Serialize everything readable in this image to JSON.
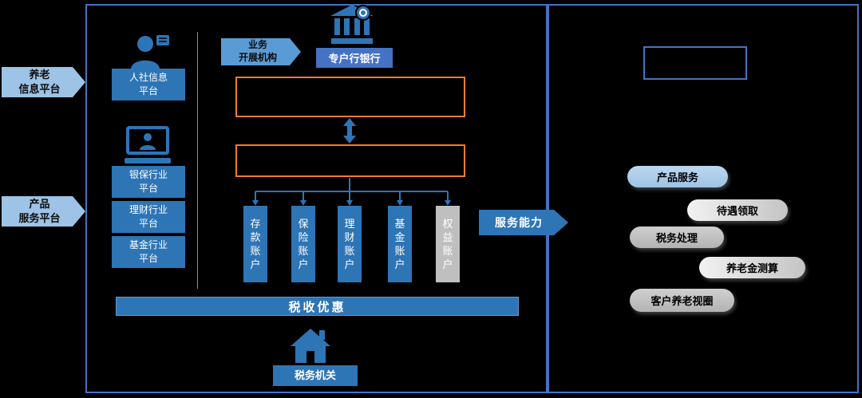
{
  "left_panel": {
    "arrows": [
      {
        "label": "养老\n信息平台"
      },
      {
        "label": "产品\n服务平台"
      }
    ]
  },
  "main_panel": {
    "hr_platform_label": "人社信息\n平台",
    "industry_platforms": [
      {
        "label": "银保行业\n平台"
      },
      {
        "label": "理财行业\n平台"
      },
      {
        "label": "基金行业\n平台"
      }
    ],
    "business_org_arrow_label": "业务\n开展机构",
    "bank_label": "专户行银行",
    "accounts": [
      {
        "label": "存款账户",
        "color": "blue"
      },
      {
        "label": "保险账户",
        "color": "blue"
      },
      {
        "label": "理财账户",
        "color": "blue"
      },
      {
        "label": "基金账户",
        "color": "blue"
      },
      {
        "label": "权益账户",
        "color": "gray"
      }
    ],
    "tax_benefit_label": "税收优惠",
    "tax_office_label": "税务机关"
  },
  "service_arrow_label": "服务能力",
  "right_panel": {
    "pills": [
      {
        "label": "产品服务",
        "style": "blue"
      },
      {
        "label": "待遇领取",
        "style": "light"
      },
      {
        "label": "税务处理",
        "style": "gray"
      },
      {
        "label": "养老金测算",
        "style": "light"
      },
      {
        "label": "客户养老视圈",
        "style": "gray"
      }
    ]
  },
  "icons": {
    "hr_platform": "person-icon",
    "industry_platforms": "computer-icon",
    "bank": "bank-icon",
    "tax_office": "house-icon"
  },
  "colors": {
    "accent_blue": "#2E75B6",
    "medium_blue": "#4472C4",
    "light_blue": "#9DC3E6",
    "arrow_blue": "#5B9BD5",
    "orange_border": "#ED7D31",
    "gray": "#BFBFBF",
    "light_gray": "#D9D9D9",
    "background": "#000000"
  }
}
